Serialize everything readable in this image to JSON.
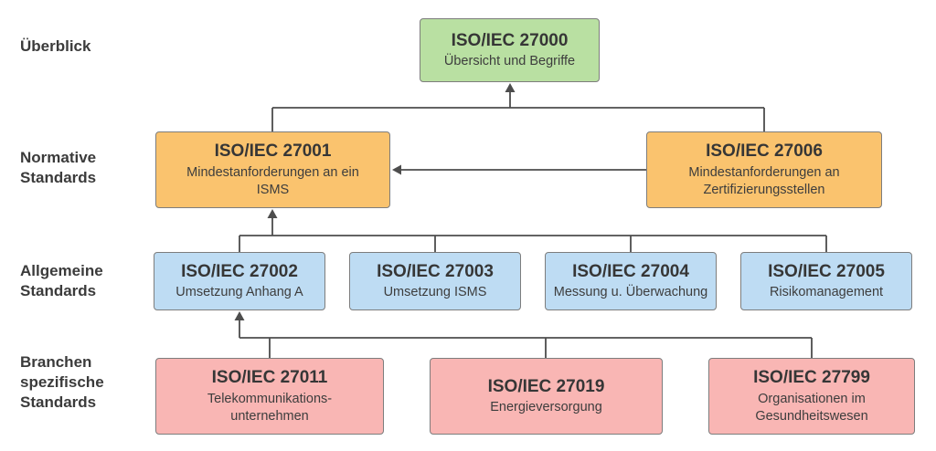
{
  "diagram": {
    "row_labels": [
      {
        "text": "Überblick"
      },
      {
        "text": "Normative\nStandards"
      },
      {
        "text": "Allgemeine\nStandards"
      },
      {
        "text": "Branchen\nspezifische\nStandards"
      }
    ],
    "colors": {
      "overview": "#b9e0a2",
      "normative": "#fac36e",
      "general": "#bedcf3",
      "sector": "#f9b6b4",
      "line": "#4d4d4d"
    },
    "nodes": {
      "n27000": {
        "title": "ISO/IEC 27000",
        "subtitle": "Übersicht und Begriffe"
      },
      "n27001": {
        "title": "ISO/IEC 27001",
        "subtitle": "Mindestanforderungen an ein\nISMS"
      },
      "n27006": {
        "title": "ISO/IEC 27006",
        "subtitle": "Mindestanforderungen an\nZertifizierungsstellen"
      },
      "n27002": {
        "title": "ISO/IEC 27002",
        "subtitle": "Umsetzung Anhang A"
      },
      "n27003": {
        "title": "ISO/IEC 27003",
        "subtitle": "Umsetzung ISMS"
      },
      "n27004": {
        "title": "ISO/IEC 27004",
        "subtitle": "Messung u. Überwachung"
      },
      "n27005": {
        "title": "ISO/IEC 27005",
        "subtitle": "Risikomanagement"
      },
      "n27011": {
        "title": "ISO/IEC 27011",
        "subtitle": "Telekommunikations-\nunternehmen"
      },
      "n27019": {
        "title": "ISO/IEC 27019",
        "subtitle": "Energieversorgung"
      },
      "n27799": {
        "title": "ISO/IEC 27799",
        "subtitle": "Organisationen im\nGesundheitswesen"
      }
    }
  }
}
